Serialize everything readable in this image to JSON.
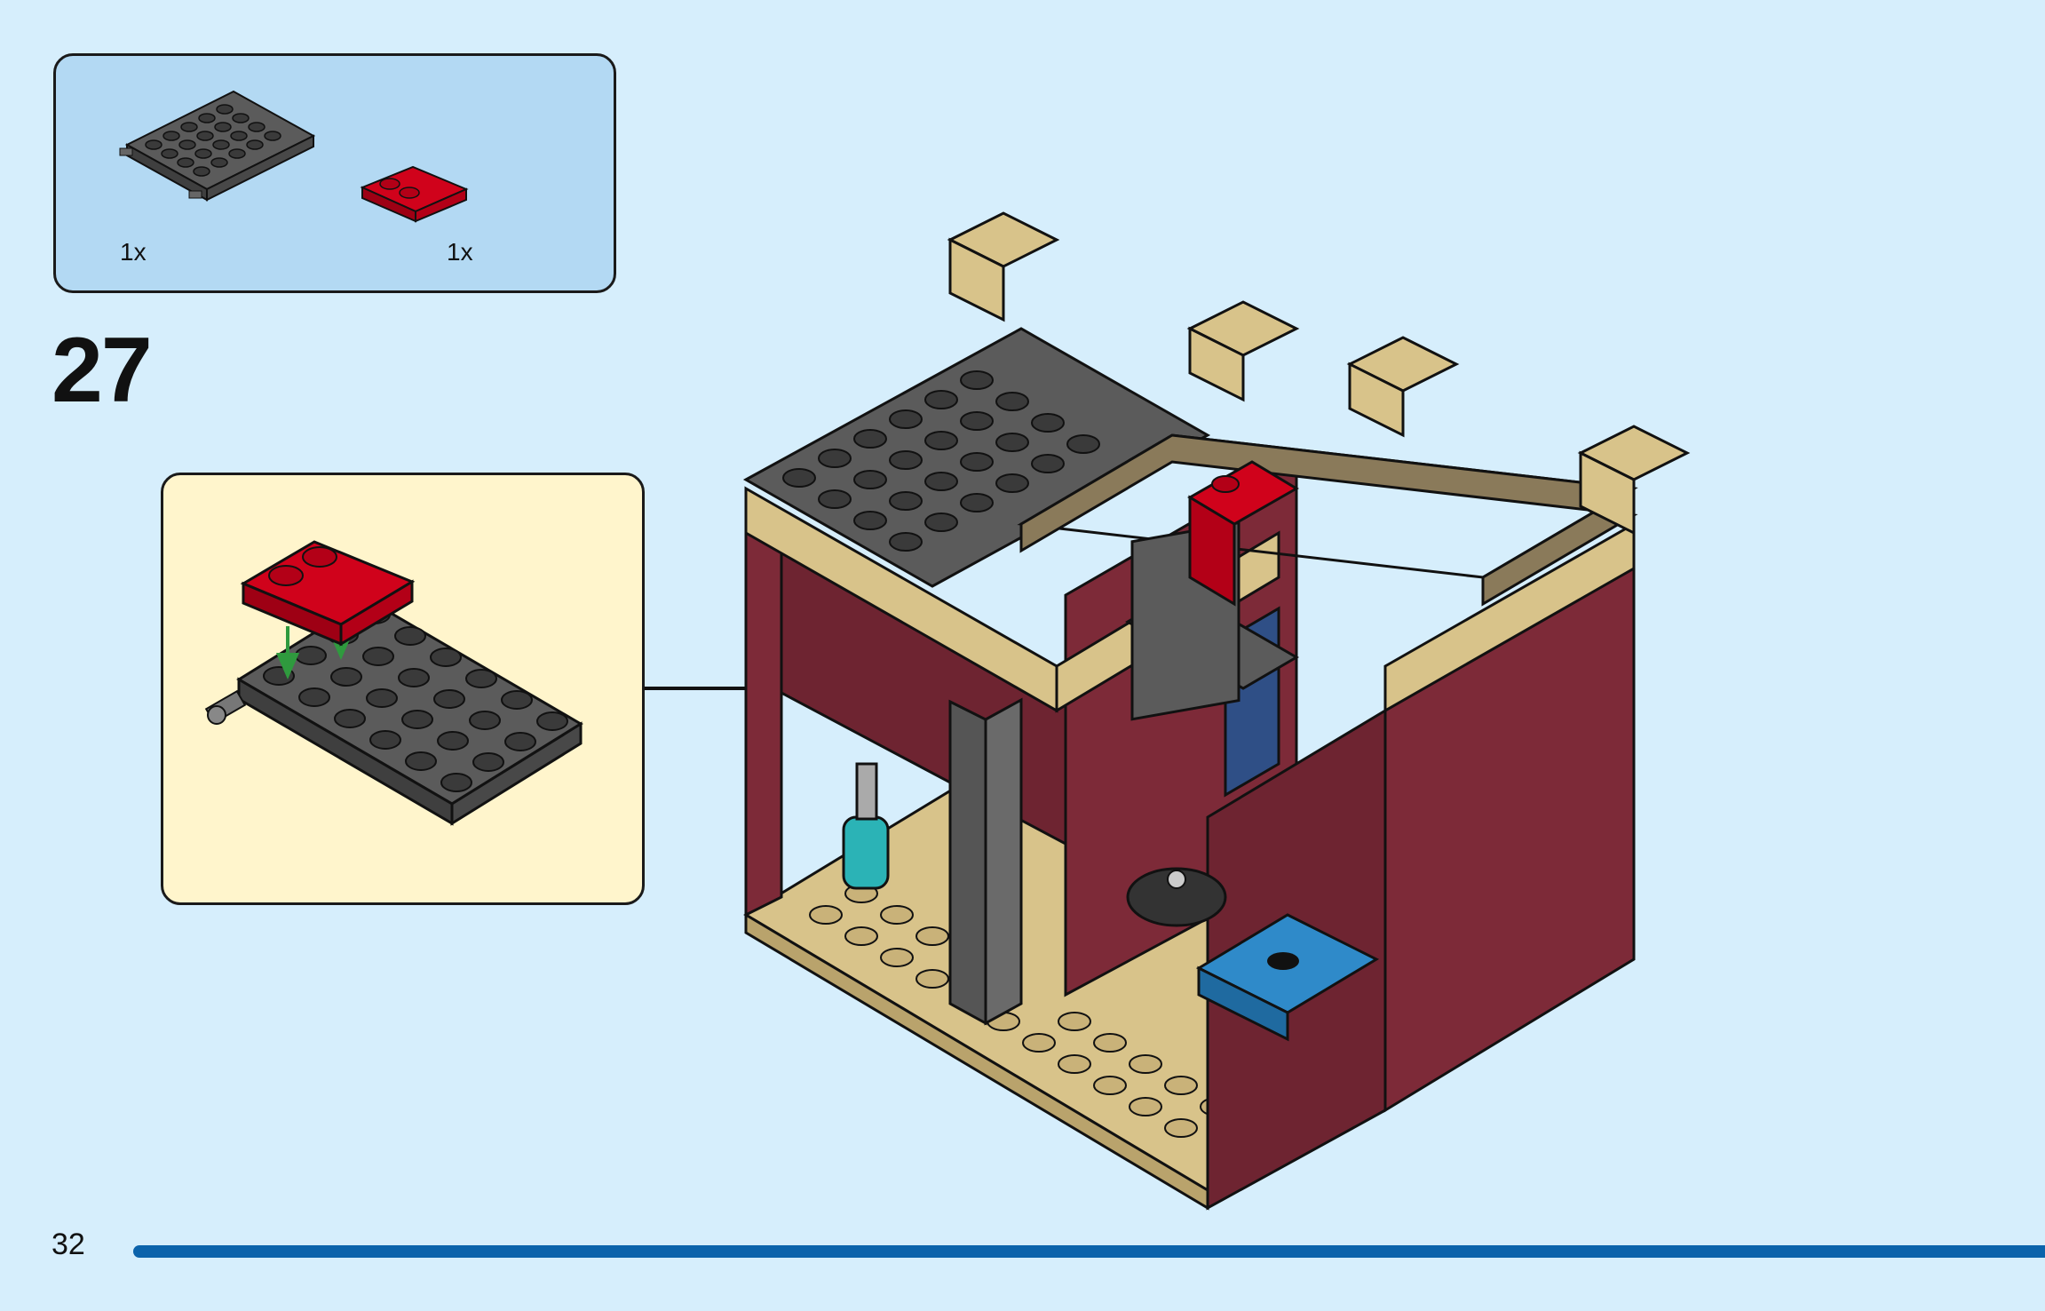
{
  "parts_list": {
    "items": [
      {
        "part": "dark-gray-plate-4x6-with-pins",
        "quantity": "1x",
        "color": "#5a5a5a"
      },
      {
        "part": "red-plate-2x2-with-studs",
        "quantity": "1x",
        "color": "#d0021b"
      }
    ]
  },
  "step": {
    "number": "27"
  },
  "page": {
    "number": "32"
  },
  "colors": {
    "background": "#d6eefc",
    "parts_box": "#b3d9f3",
    "subassembly_box": "#fff5cc",
    "progress": "#0b63ab",
    "tan": "#d8c38a",
    "dark_red": "#7d2a38",
    "dark_gray": "#555555",
    "red": "#d0021b",
    "arrow_green": "#2f9a3e"
  }
}
